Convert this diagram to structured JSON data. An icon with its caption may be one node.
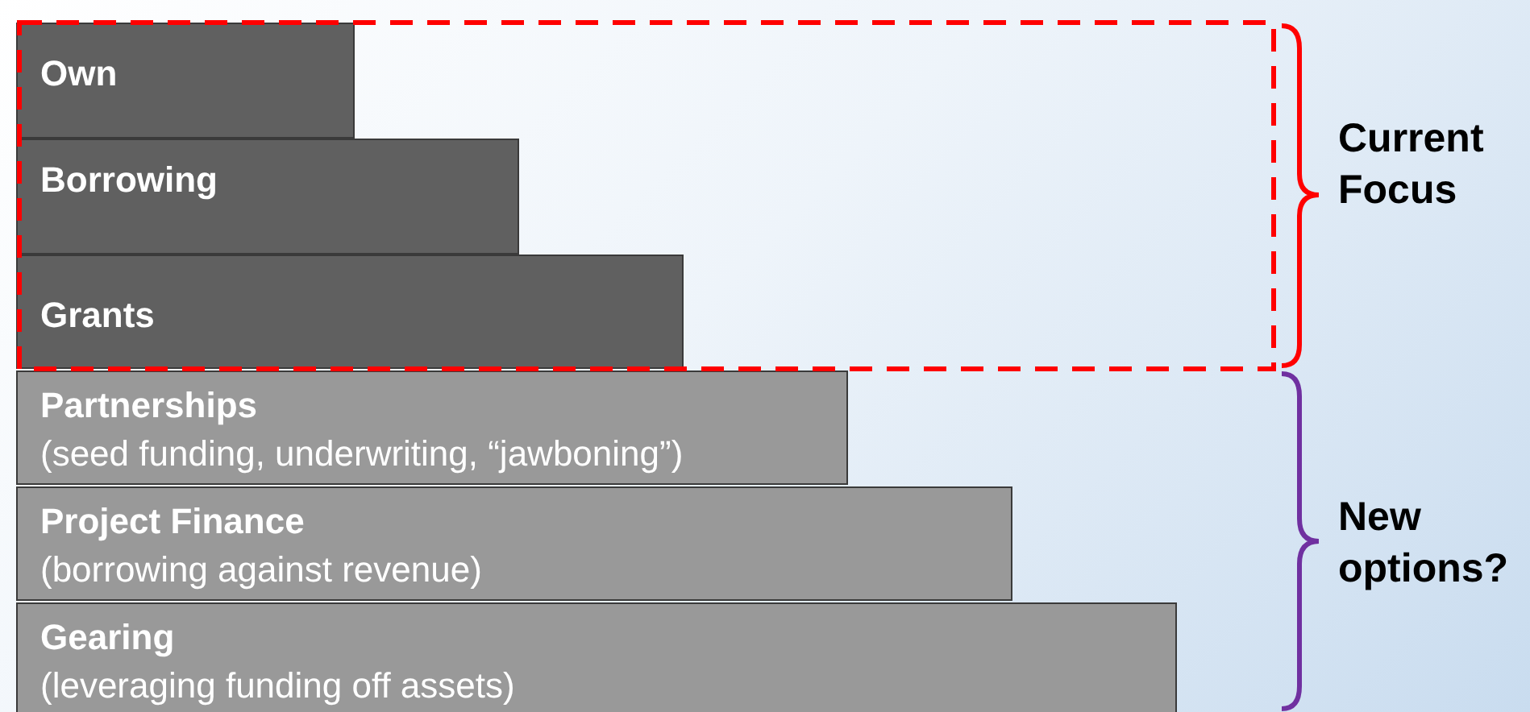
{
  "diagram": {
    "nodes": [
      {
        "text": [
          "Own"
        ]
      },
      {
        "text": [
          "Borrowing"
        ]
      },
      {
        "text": [
          "Grants"
        ]
      },
      {
        "text": [
          "Partnerships",
          "(seed funding, underwriting, “jawboning”)"
        ]
      },
      {
        "text": [
          "Project Finance",
          "(borrowing against revenue)"
        ]
      },
      {
        "text": [
          "Gearing",
          "(leveraging funding off assets)"
        ]
      }
    ],
    "labels": [
      "Current Focus",
      "New options?"
    ]
  }
}
